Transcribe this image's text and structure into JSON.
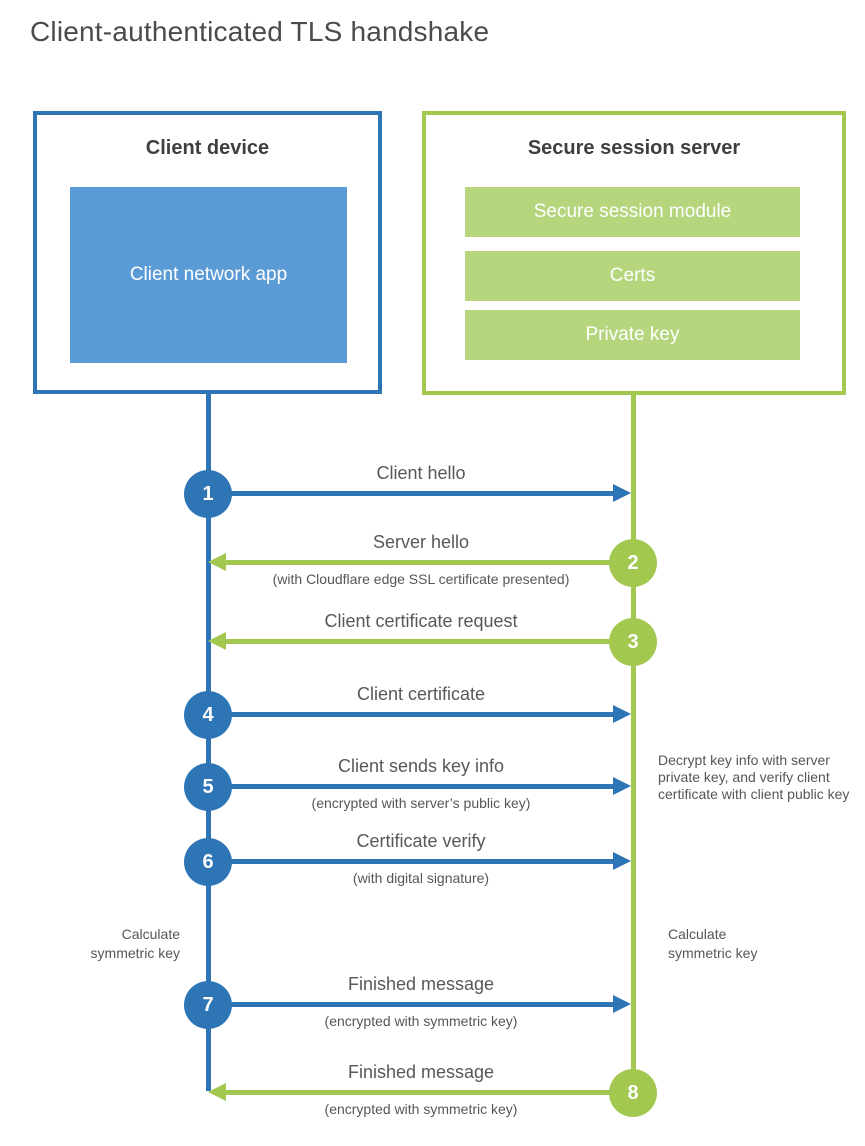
{
  "title": "Client-authenticated TLS handshake",
  "colors": {
    "client_blue_dark": "#2e75b5",
    "client_blue_light": "#5b9bd5",
    "server_green": "#a2c84f",
    "server_green_light": "#b5d67d",
    "text_gray": "#57585a",
    "heading_gray": "#3f3f41"
  },
  "client": {
    "title": "Client device",
    "app_label": "Client network app"
  },
  "server": {
    "title": "Secure session server",
    "modules": [
      {
        "label": "Secure session module"
      },
      {
        "label": "Certs"
      },
      {
        "label": "Private key"
      }
    ]
  },
  "messages": [
    {
      "number": "1",
      "label": "Client hello",
      "sublabel": "",
      "direction": "client-to-server"
    },
    {
      "number": "2",
      "label": "Server hello",
      "sublabel": "(with Cloudflare edge SSL certificate presented)",
      "direction": "server-to-client"
    },
    {
      "number": "3",
      "label": "Client certificate request",
      "sublabel": "",
      "direction": "server-to-client"
    },
    {
      "number": "4",
      "label": "Client certificate",
      "sublabel": "",
      "direction": "client-to-server"
    },
    {
      "number": "5",
      "label": "Client sends key info",
      "sublabel": "(encrypted with server’s public key)",
      "direction": "client-to-server"
    },
    {
      "number": "6",
      "label": "Certificate verify",
      "sublabel": "(with digital signature)",
      "direction": "client-to-server"
    },
    {
      "number": "7",
      "label": "Finished message",
      "sublabel": "(encrypted with symmetric key)",
      "direction": "client-to-server"
    },
    {
      "number": "8",
      "label": "Finished message",
      "sublabel": "(encrypted with symmetric key)",
      "direction": "server-to-client"
    }
  ],
  "annotations": {
    "decrypt_note": "Decrypt key info with server private key, and verify client certificate with client public key",
    "client_calculate_note": "Calculate symmetric key",
    "server_calculate_note": "Calculate symmetric key"
  }
}
